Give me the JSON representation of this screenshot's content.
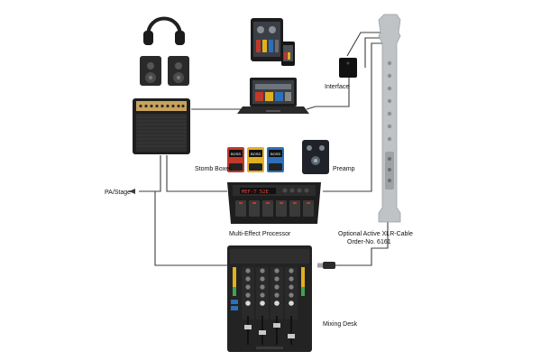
{
  "labels": {
    "interface": "Interface",
    "stomp_boxes": "Stomb Boxes",
    "preamp": "Preamp",
    "pa_stage": "PA/Stage",
    "multi_effect": "Multi-Effect Processor",
    "xlr_line1": "Optional Active XLR-Cable",
    "xlr_line2": "Order-No. 6161",
    "mixing_desk": "Mixing Desk"
  },
  "display": {
    "processor_screen": "MEF-T 52E",
    "stomp_brands": [
      "BOSS",
      "BOSS",
      "BOSS"
    ]
  },
  "colors": {
    "cable": "#3c3c3c",
    "device_dark": "#232323",
    "amp_grill": "#1a1a1a",
    "amp_panel": "#c9a35b",
    "instrument": "#bfc3c6",
    "screen_accent": "#e0413a",
    "stomp_red": "#c0392b",
    "stomp_yellow": "#e0b020",
    "stomp_blue": "#2d6fb8"
  }
}
